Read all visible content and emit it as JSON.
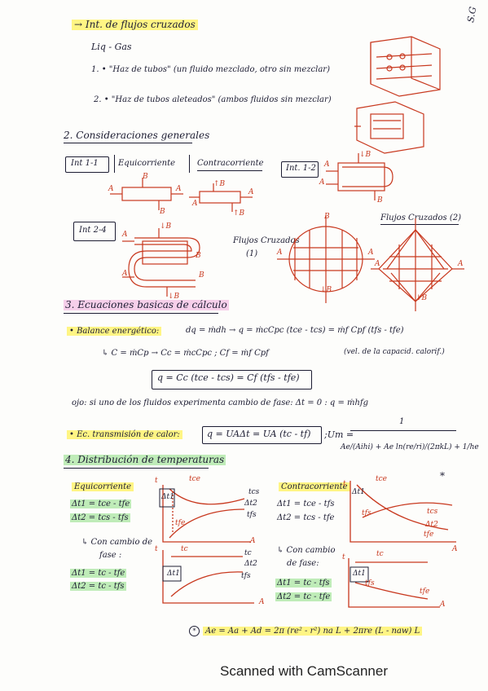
{
  "heading_top": "→ Int. de flujos cruzados",
  "corner_text": "S.G",
  "liq_gas": "Liq - Gas",
  "item1": "1. • \"Haz de tubos\" (un fluido mezclado, otro sin mezclar)",
  "item2": "2. • \"Haz de tubos aleteados\" (ambos fluidos sin mezclar)",
  "sec2": "2. Consideraciones generales",
  "int11": "Int 1-1",
  "equicorriente": "Equicorriente",
  "contracorriente": "Contracorriente",
  "int12": "Int. 1-2",
  "int24": "Int 2-4",
  "flujos_cruzados_1": "Flujos Cruzados",
  "flujos_cruzados_1_num": "(1)",
  "flujos_cruzados_2": "Flujos Cruzados (2)",
  "label_a": "A",
  "label_b": "B",
  "label_up": "↑B",
  "label_down": "↓B",
  "sec3": "3. Ecuaciones basicas de cálculo",
  "balance_label": "• Balance energético:",
  "balance_eq": "dq = ṁdh → q = ṁcCpc (tce - tcs) = ṁf Cpf (tfs - tfe)",
  "c_def": "↳ C = ṁCp  →  Cc = ṁcCpc  ;  Cf = ṁf Cpf",
  "c_note": "(vel. de la capacid. calorif.)",
  "boxed_eq": "q = Cc (tce - tcs) = Cf (tfs - tfe)",
  "ojo_note": "ojo: si uno de los fluidos experimenta cambio de fase:  Δt = 0 : q = ṁhfg",
  "trans_label": "• Ec. transmisión de calor:",
  "trans_eq": "q = UAΔt = UA (tc - tf)",
  "um_label": ";Um =",
  "um_num": "1",
  "um_den": "Ae/(Aihi) + Ae ln(re/ri)/(2πkL) + 1/he",
  "star": "*",
  "sec4": "4. Distribución de temperaturas",
  "equi_head": "Equicorriente",
  "equi_dt1": "Δt1 = tce - tfe",
  "equi_dt2": "Δt2 = tcs - tfs",
  "contra_head": "Contracorriente",
  "contra_dt1": "Δt1 = tce - tfs",
  "contra_dt2": "Δt2 = tcs - tfe",
  "cambio_fase_1a": "↳ Con cambio de",
  "cambio_fase_1b": "fase :",
  "cf1_dt1": "Δt1 = tc - tfe",
  "cf1_dt2": "Δt2 = tc - tfs",
  "cambio_fase_2a": "↳ Con cambio",
  "cambio_fase_2b": "de fase:",
  "cf2_dt1": "Δt1 = tc - tfs",
  "cf2_dt2": "Δt2 = tc - tfe",
  "g_t": "t",
  "g_tce": "tce",
  "g_tcs": "tcs",
  "g_tfe": "tfe",
  "g_tfs": "tfs",
  "g_tc": "tc",
  "g_dt1": "Δt1",
  "g_dt2": "Δt2",
  "g_a": "A",
  "area_eq": "Ae = Aa + Ad = 2π (re² - r²) na L + 2πre (L - naw) L",
  "area_mark": "*",
  "footer": "Scanned with CamScanner",
  "colors": {
    "ink": "#1d1d33",
    "red_ink": "#c8381e",
    "yellow": "#fff15c",
    "green": "#96e18c",
    "pink": "#f0aadc"
  }
}
